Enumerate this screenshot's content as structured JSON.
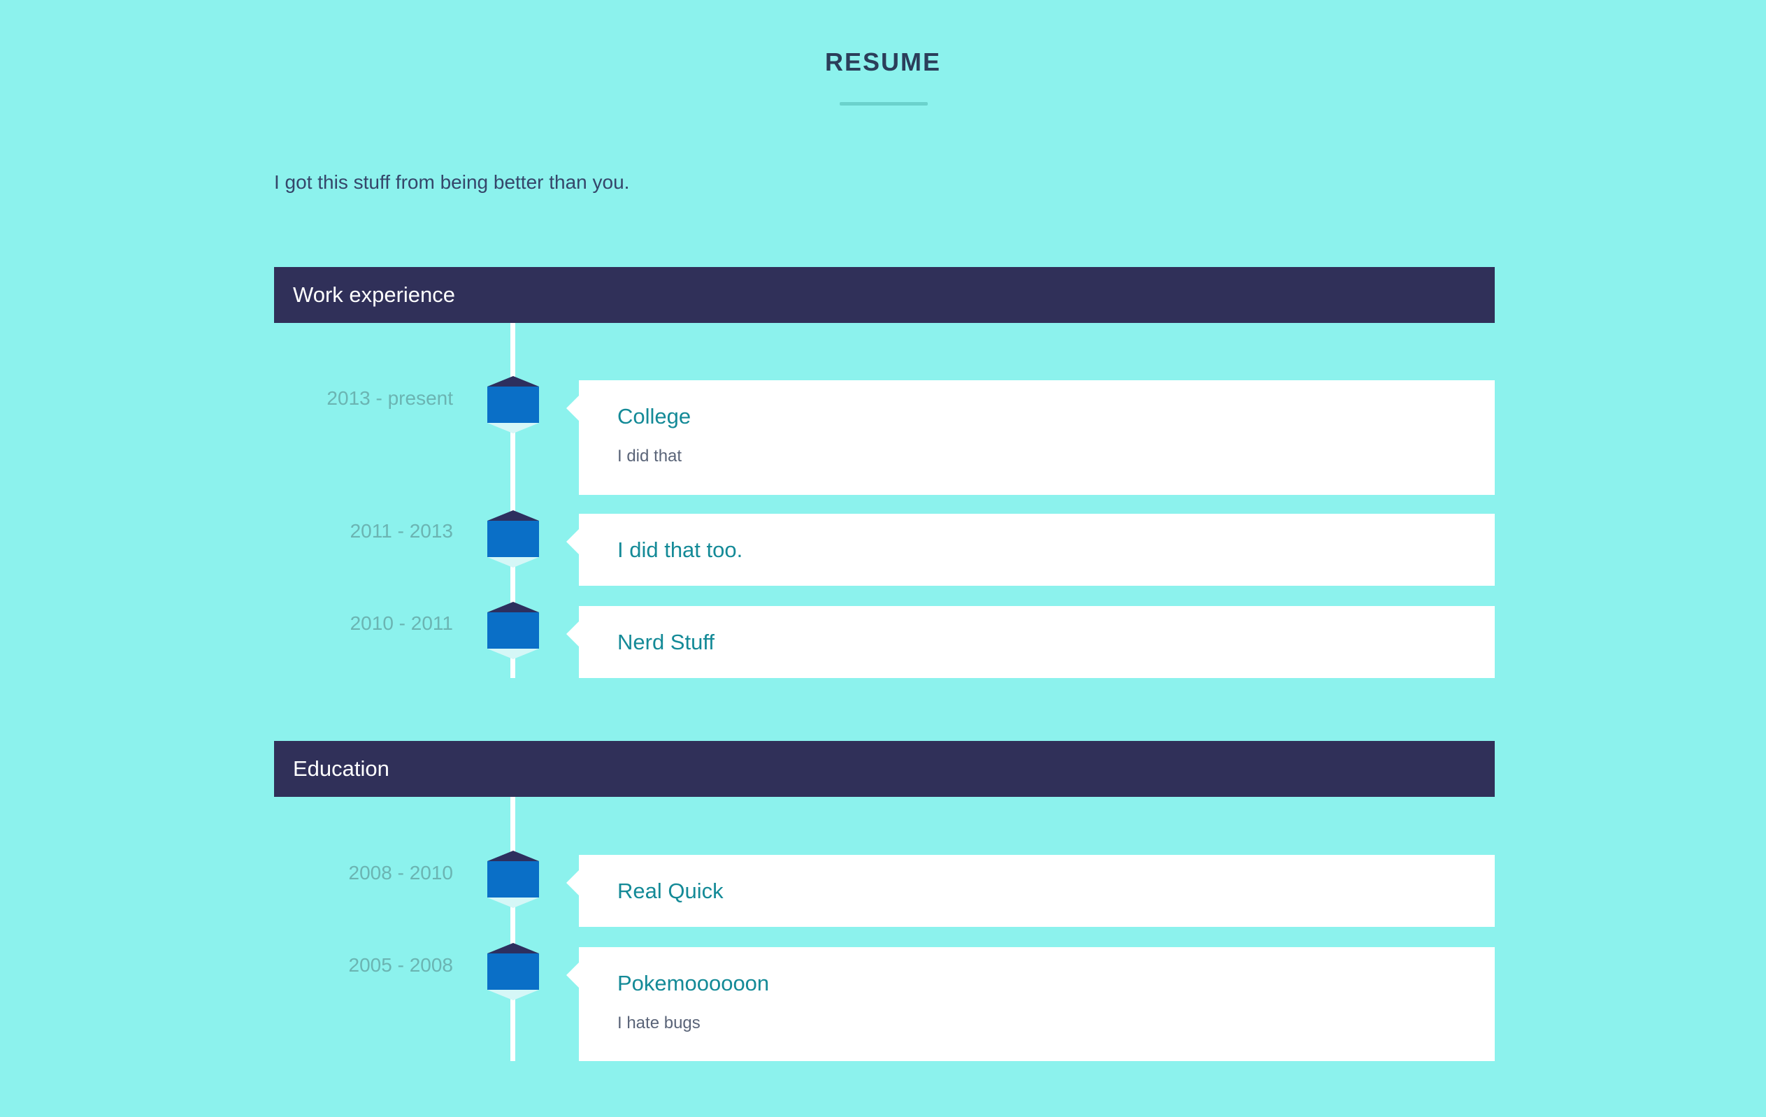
{
  "header": {
    "title": "RESUME",
    "intro": "I got this stuff from being better than you."
  },
  "colors": {
    "background": "#8cf2ed",
    "section_bar": "#303059",
    "marker": "#0a6fc7",
    "card_title": "#148a97",
    "date": "#6bb4b2"
  },
  "sections": [
    {
      "heading": "Work experience",
      "entries": [
        {
          "date": "2013 - present",
          "title": "College",
          "description": "I did that"
        },
        {
          "date": "2011 - 2013",
          "title": "I did that too.",
          "description": ""
        },
        {
          "date": "2010 - 2011",
          "title": "Nerd Stuff",
          "description": ""
        }
      ]
    },
    {
      "heading": "Education",
      "entries": [
        {
          "date": "2008 - 2010",
          "title": "Real Quick",
          "description": ""
        },
        {
          "date": "2005 - 2008",
          "title": "Pokemoooooon",
          "description": "I hate bugs"
        }
      ]
    }
  ]
}
